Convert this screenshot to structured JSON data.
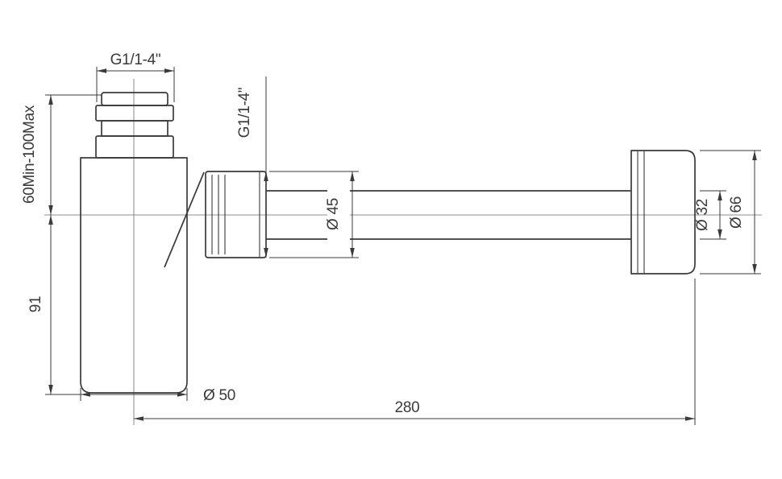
{
  "dimensions": {
    "thread_top": "G1/1-4\"",
    "thread_side": "G1/1-4\"",
    "height_range": "60Min-100Max",
    "body_height": "91",
    "body_diameter": "Ø 50",
    "nut_diameter": "Ø 45",
    "tube_diameter": "Ø 32",
    "flange_diameter": "Ø 66",
    "tube_length": "280"
  },
  "colors": {
    "line": "#3a3a3a",
    "background": "#ffffff"
  }
}
